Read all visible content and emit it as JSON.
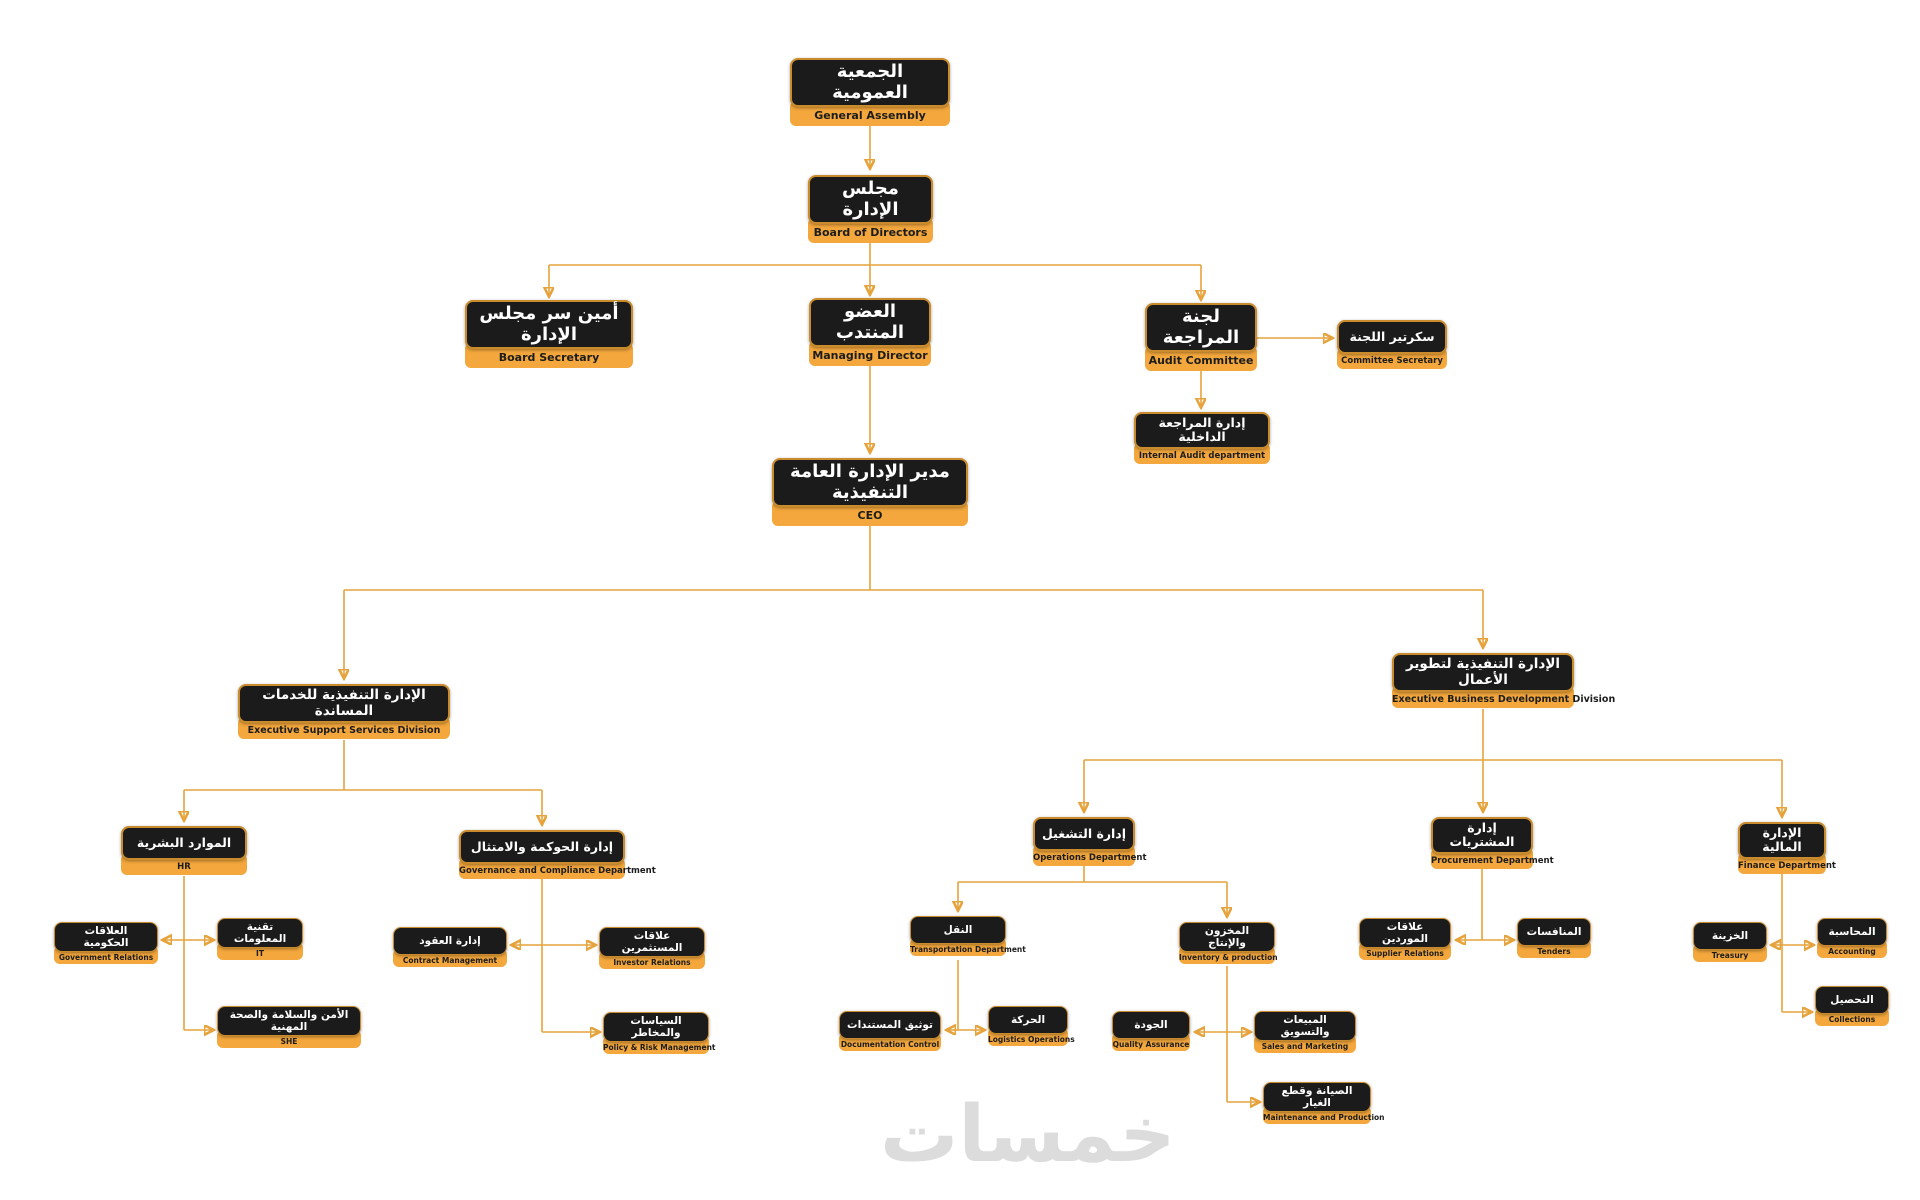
{
  "colors": {
    "accent_orange": "#F3A73C",
    "node_black": "#1B1B1B",
    "connector": "#E6A33C",
    "watermark_gray": "#DCDCDC",
    "background": "#FFFFFF"
  },
  "watermark": {
    "text": "خمسات"
  },
  "nodes": {
    "general_assembly": {
      "ar": "الجمعية العمومية",
      "en": "General Assembly"
    },
    "board_of_directors": {
      "ar": "مجلس الإدارة",
      "en": "Board of Directors"
    },
    "board_secretary": {
      "ar": "أمين سر مجلس الإدارة",
      "en": "Board Secretary"
    },
    "managing_director": {
      "ar": "العضو المنتدب",
      "en": "Managing Director"
    },
    "audit_committee": {
      "ar": "لجنة المراجعة",
      "en": "Audit Committee"
    },
    "committee_secretary": {
      "ar": "سكرتير اللجنة",
      "en": "Committee Secretary"
    },
    "internal_audit": {
      "ar": "إدارة المراجعة الداخلية",
      "en": "Internal Audit department"
    },
    "ceo": {
      "ar": "مدير الإدارة العامة التنفيذية",
      "en": "CEO"
    },
    "support_services": {
      "ar": "الإدارة التنفيذية للخدمات المساندة",
      "en": "Executive Support Services Division"
    },
    "business_development": {
      "ar": "الإدارة التنفيذية لتطوير الأعمال",
      "en": "Executive Business Development Division"
    },
    "hr": {
      "ar": "الموارد البشرية",
      "en": "HR"
    },
    "governance": {
      "ar": "إدارة الحوكمة والامتثال",
      "en": "Governance and Compliance Department"
    },
    "government_relations": {
      "ar": "العلاقات الحكومية",
      "en": "Government Relations"
    },
    "it": {
      "ar": "تقنية المعلومات",
      "en": "IT"
    },
    "she": {
      "ar": "الأمن والسلامة والصحة المهنية",
      "en": "SHE"
    },
    "contract_management": {
      "ar": "إدارة العقود",
      "en": "Contract Management"
    },
    "investor_relations": {
      "ar": "علاقات المستثمرين",
      "en": "Investor Relations"
    },
    "policy_risk": {
      "ar": "السياسات والمخاطر",
      "en": "Policy & Risk Management"
    },
    "operations": {
      "ar": "إدارة التشغيل",
      "en": "Operations Department"
    },
    "procurement": {
      "ar": "إدارة المشتريات",
      "en": "Procurement Department"
    },
    "finance": {
      "ar": "الإدارة المالية",
      "en": "Finance Department"
    },
    "transportation": {
      "ar": "النقل",
      "en": "Transportation Department"
    },
    "inventory_production": {
      "ar": "المخزون والإنتاج",
      "en": "Inventory & production"
    },
    "documentation_control": {
      "ar": "توثيق المستندات",
      "en": "Documentation Control"
    },
    "logistics_operations": {
      "ar": "الحركة",
      "en": "Logistics Operations"
    },
    "quality_assurance": {
      "ar": "الجودة",
      "en": "Quality Assurance"
    },
    "sales_marketing": {
      "ar": "المبيعات والتسويق",
      "en": "Sales and Marketing"
    },
    "maintenance": {
      "ar": "الصيانة وقطع الغيار",
      "en": "Maintenance and Production"
    },
    "supplier_relations": {
      "ar": "علاقات الموردين",
      "en": "Supplier Relations"
    },
    "tenders": {
      "ar": "المنافسات",
      "en": "Tenders"
    },
    "treasury": {
      "ar": "الخزينة",
      "en": "Treasury"
    },
    "accounting": {
      "ar": "المحاسبة",
      "en": "Accounting"
    },
    "collections": {
      "ar": "التحصيل",
      "en": "Collections"
    }
  },
  "edges": [
    [
      "general_assembly",
      "board_of_directors"
    ],
    [
      "board_of_directors",
      "board_secretary"
    ],
    [
      "board_of_directors",
      "managing_director"
    ],
    [
      "board_of_directors",
      "audit_committee"
    ],
    [
      "audit_committee",
      "committee_secretary"
    ],
    [
      "audit_committee",
      "internal_audit"
    ],
    [
      "managing_director",
      "ceo"
    ],
    [
      "ceo",
      "support_services"
    ],
    [
      "ceo",
      "business_development"
    ],
    [
      "support_services",
      "hr"
    ],
    [
      "support_services",
      "governance"
    ],
    [
      "hr",
      "government_relations"
    ],
    [
      "hr",
      "it"
    ],
    [
      "hr",
      "she"
    ],
    [
      "governance",
      "contract_management"
    ],
    [
      "governance",
      "investor_relations"
    ],
    [
      "governance",
      "policy_risk"
    ],
    [
      "business_development",
      "operations"
    ],
    [
      "business_development",
      "procurement"
    ],
    [
      "business_development",
      "finance"
    ],
    [
      "operations",
      "transportation"
    ],
    [
      "operations",
      "inventory_production"
    ],
    [
      "transportation",
      "documentation_control"
    ],
    [
      "transportation",
      "logistics_operations"
    ],
    [
      "inventory_production",
      "quality_assurance"
    ],
    [
      "inventory_production",
      "sales_marketing"
    ],
    [
      "inventory_production",
      "maintenance"
    ],
    [
      "procurement",
      "supplier_relations"
    ],
    [
      "procurement",
      "tenders"
    ],
    [
      "finance",
      "treasury"
    ],
    [
      "finance",
      "accounting"
    ],
    [
      "finance",
      "collections"
    ]
  ]
}
